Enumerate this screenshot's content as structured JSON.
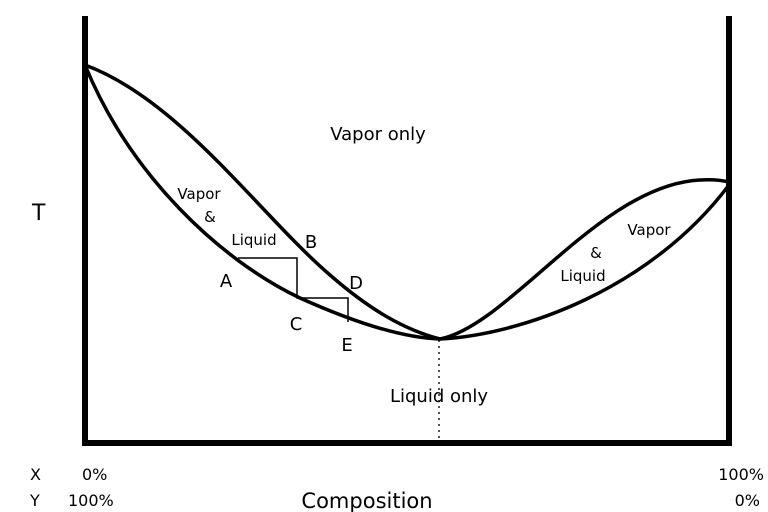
{
  "diagram": {
    "axis_label_t": "T",
    "axis_label_composition": "Composition",
    "regions": {
      "vapor_only": "Vapor only",
      "liquid_only": "Liquid only",
      "left_two_phase": {
        "line1": "Vapor",
        "line2": "&",
        "line3": "Liquid"
      },
      "right_two_phase": {
        "line1": "Vapor",
        "line2": "&",
        "line3": "Liquid"
      }
    },
    "points": {
      "a": "A",
      "b": "B",
      "c": "C",
      "d": "D",
      "e": "E"
    },
    "x_scale": {
      "name": "X",
      "left": "0%",
      "right": "100%"
    },
    "y_scale": {
      "name": "Y",
      "left": "100%",
      "right": "0%"
    },
    "colors": {
      "line": "#000000",
      "background": "#ffffff"
    }
  }
}
